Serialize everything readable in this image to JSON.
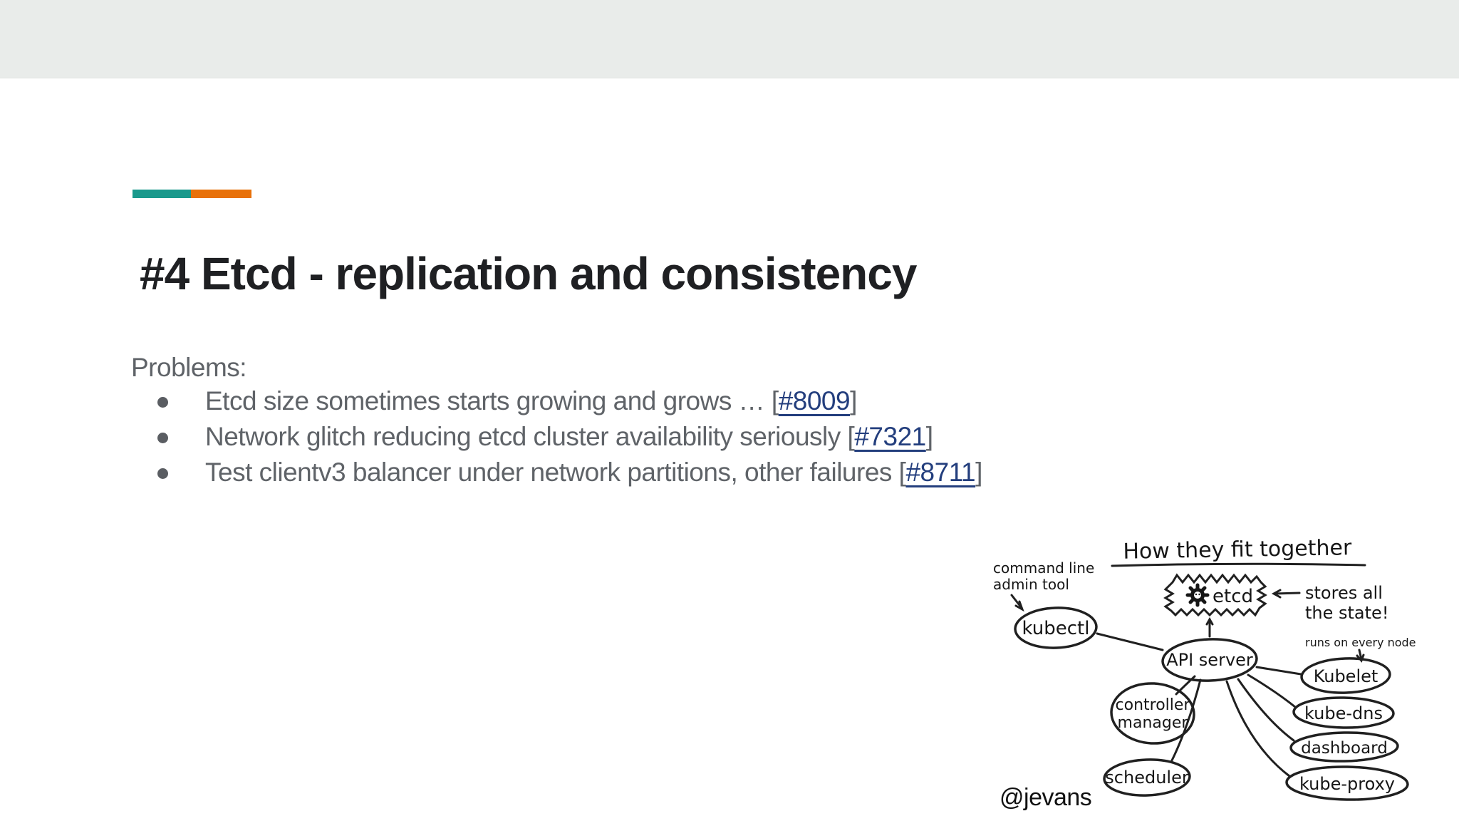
{
  "slide": {
    "title": "#4 Etcd - replication and consistency",
    "problems_label": "Problems:",
    "bullets": [
      {
        "text": "Etcd size sometimes starts growing and grows … [",
        "link": "#8009",
        "suffix": "]"
      },
      {
        "text": "Network glitch reducing etcd cluster availability seriously [",
        "link": "#7321",
        "suffix": "]"
      },
      {
        "text": "Test clientv3 balancer under network partitions, other failures [",
        "link": "#8711",
        "suffix": "]"
      }
    ],
    "handle": "@jevans",
    "colors": {
      "accent_teal": "#1a998c",
      "accent_orange": "#e8710a",
      "link_blue": "#233e7d",
      "text_gray": "#5f6368",
      "band_gray": "#e9ecea"
    }
  },
  "diagram": {
    "title": "How they fit together",
    "annotations": {
      "command_line_1": "command line",
      "command_line_2": "admin tool",
      "stores_1": "stores all",
      "stores_2": "the state!",
      "runs_on_every_node": "runs on every node",
      "etcd_label": "etcd"
    },
    "nodes": {
      "kubectl": "kubectl",
      "api_server": "API server",
      "controller_1": "controller",
      "controller_2": "manager",
      "scheduler": "scheduler",
      "kubelet": "Kubelet",
      "kube_dns": "kube-dns",
      "dashboard": "dashboard",
      "kube_proxy": "kube-proxy"
    }
  }
}
